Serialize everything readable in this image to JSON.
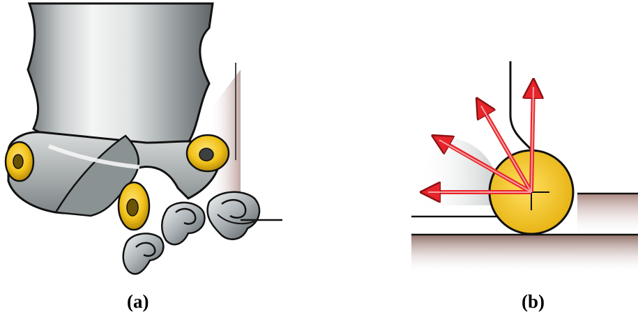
{
  "figure": {
    "panels": [
      {
        "id": "a",
        "caption": "(a)",
        "subject": "milling-cutter-with-round-inserts-and-curled-chips"
      },
      {
        "id": "b",
        "caption": "(b)",
        "subject": "round-insert-cutting-force-directions"
      }
    ]
  },
  "colors": {
    "insert_yellow": "#f2c31b",
    "arrow_red": "#e8242a",
    "steel_light": "#eef0f0",
    "steel_mid": "#b9bec0",
    "steel_dark": "#5f6669",
    "outline": "#111111",
    "workpiece_shadow": "#8e5f55"
  },
  "icons": {
    "panel_a": [
      "milling-cutter-body",
      "round-insert",
      "chip-curl"
    ],
    "panel_b": [
      "round-insert",
      "force-arrow",
      "workpiece"
    ]
  }
}
